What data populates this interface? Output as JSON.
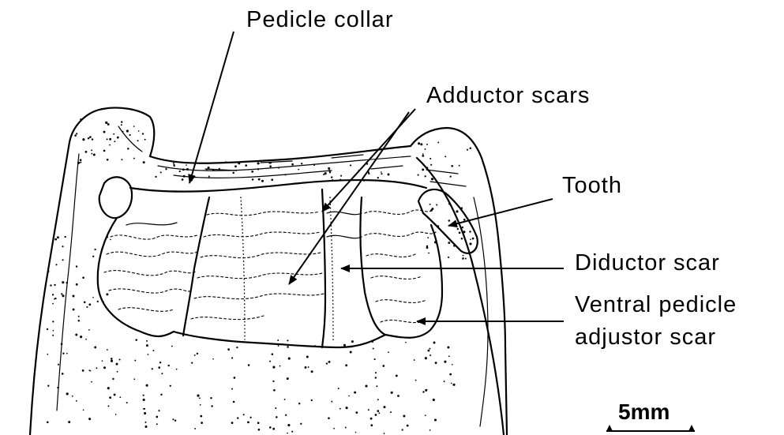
{
  "labels": {
    "pedicle_collar": "Pedicle collar",
    "adductor_scars": "Adductor scars",
    "tooth": "Tooth",
    "diductor_scar": "Diductor scar",
    "ventral_line1": "Ventral pedicle",
    "ventral_line2": "adjustor scar"
  },
  "scale_bar": {
    "label": "5mm"
  }
}
